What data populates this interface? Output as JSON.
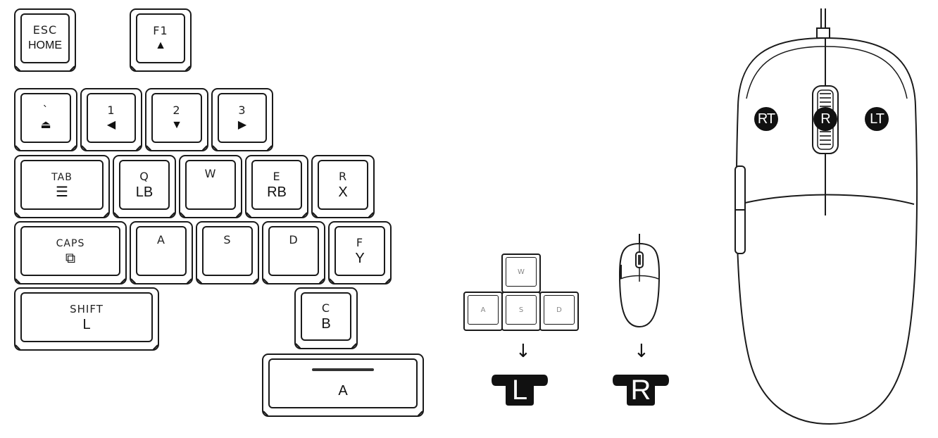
{
  "keyboard": {
    "keys": [
      {
        "id": "esc",
        "top": "ESC",
        "bottom": "HOME"
      },
      {
        "id": "f1",
        "top": "F1",
        "glyph": "▲"
      },
      {
        "id": "backtick",
        "top": "`",
        "glyph": "⏏"
      },
      {
        "id": "k1",
        "top": "1",
        "glyph": "◀"
      },
      {
        "id": "k2",
        "top": "2",
        "glyph": "▼"
      },
      {
        "id": "k3",
        "top": "3",
        "glyph": "▶"
      },
      {
        "id": "tab",
        "top": "TAB",
        "glyph": "☰"
      },
      {
        "id": "q",
        "top": "Q",
        "bottom": "LB"
      },
      {
        "id": "w",
        "top": "W",
        "bottom": ""
      },
      {
        "id": "e",
        "top": "E",
        "bottom": "RB"
      },
      {
        "id": "r",
        "top": "R",
        "bottom": "X"
      },
      {
        "id": "caps",
        "top": "CAPS",
        "glyph": "⧉"
      },
      {
        "id": "a",
        "top": "A",
        "bottom": ""
      },
      {
        "id": "s",
        "top": "S",
        "bottom": ""
      },
      {
        "id": "d",
        "top": "D",
        "bottom": ""
      },
      {
        "id": "f",
        "top": "F",
        "bottom": "Y"
      },
      {
        "id": "shift",
        "top": "SHIFT",
        "bottom": "L"
      },
      {
        "id": "c",
        "top": "C",
        "bottom": "B"
      },
      {
        "id": "space",
        "top": "",
        "bottom": "A"
      }
    ]
  },
  "wasd_cluster": {
    "w": "W",
    "a": "A",
    "s": "S",
    "d": "D"
  },
  "stick_labels": {
    "left": "L",
    "right": "R"
  },
  "mouse_labels": {
    "left_button": "RT",
    "wheel": "R",
    "right_button": "LT"
  },
  "icons": {
    "down_arrow": "down-arrow-icon",
    "mouse": "mouse-icon"
  },
  "colors": {
    "line": "#1a1a1a",
    "badge": "#111111",
    "badge_text": "#ffffff"
  }
}
